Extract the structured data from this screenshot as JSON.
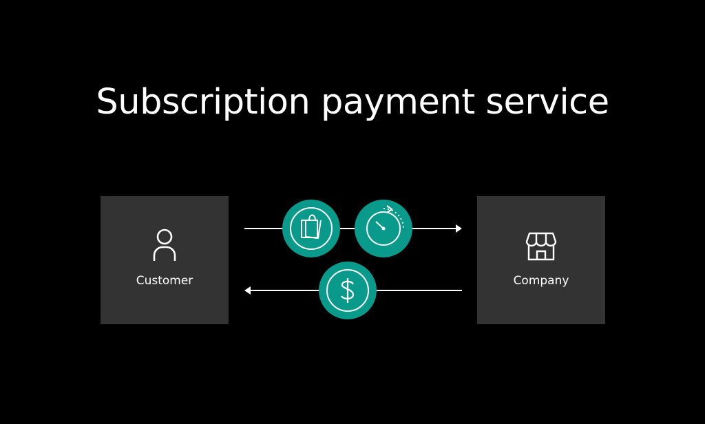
{
  "title": "Subscription payment service",
  "nodes": {
    "customer": {
      "label": "Customer",
      "icon": "person-icon"
    },
    "company": {
      "label": "Company",
      "icon": "storefront-icon"
    }
  },
  "flows": [
    {
      "direction": "customer-to-company",
      "icons": [
        "shopping-bag-icon",
        "recurring-clock-icon"
      ]
    },
    {
      "direction": "company-to-customer",
      "icons": [
        "dollar-icon"
      ]
    }
  ],
  "colors": {
    "background": "#000000",
    "box": "#333333",
    "accent": "#0a9a8c",
    "line": "#ffffff"
  }
}
